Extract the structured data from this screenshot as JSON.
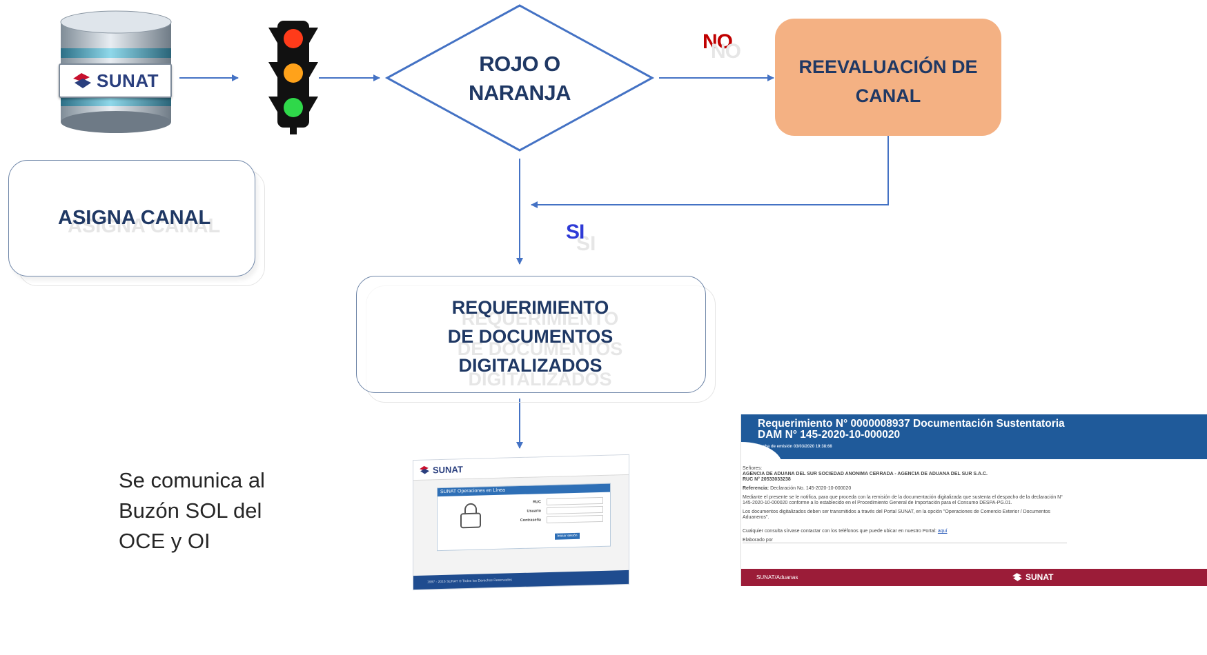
{
  "diagram": {
    "decision_line1": "ROJO O",
    "decision_line2": "NARANJA",
    "no_label": "NO",
    "si_label": "SI",
    "reeval_line1": "REEVALUACIÓN DE",
    "reeval_line2": "CANAL",
    "asigna_label": "ASIGNA CANAL",
    "req_line1": "REQUERIMIENTO",
    "req_line2": "DE DOCUMENTOS",
    "req_line3": "DIGITALIZADOS",
    "comunica_line1": "Se comunica al",
    "comunica_line2": "Buzón SOL del",
    "comunica_line3": "OCE y OI",
    "logo_text": "SUNAT"
  },
  "portal_screenshot": {
    "logo": "SUNAT",
    "panel_title": "SUNAT Operaciones en Línea",
    "field_ruc": "RUC",
    "field_usuario": "Usuario",
    "field_contrasena": "Contraseña",
    "button": "Iniciar sesión",
    "footer": "1997 - 2016 SUNAT ® Todos los Derechos Reservados"
  },
  "notification": {
    "title_line1": "Requerimiento N° 0000008937 Documentación Sustentatoria",
    "title_line2": "DAM N° 145-2020-10-000020",
    "fecha": "Fecha de emisión 03/03/2020 19:38:68",
    "senores": "Señores:",
    "agencia": "AGENCIA DE ADUANA DEL SUR SOCIEDAD ANONIMA CERRADA - AGENCIA DE ADUANA DEL SUR S.A.C.",
    "ruc": "RUC N° 20533033238",
    "referencia_label": "Referencia:",
    "referencia_value": "Declaración No. 145-2020-10-000020",
    "p1": "Mediante el presente se le notifica, para que proceda con la remisión de la documentación digitalizada que sustenta el despacho de la declaración N° 145-2020-10-000020 conforme a lo establecido en el Procedimiento General de Importación para el Consumo DESPA-PG.01.",
    "p2": "Los documentos digitalizados deben ser transmitidos a través del Portal SUNAT, en la opción \"Operaciones de Comercio Exterior / Documentos Aduaneros\".",
    "p3": "Cualquier consulta sírvase contactar con los teléfonos que puede ubicar en nuestro Portal:",
    "p3_link": "aquí",
    "elaborado": "Elaborado por",
    "footer_left": "SUNAT/Aduanas",
    "footer_logo": "SUNAT"
  },
  "colors": {
    "line": "#4472c4",
    "text_blue": "#1f3864",
    "no_red": "#c00000",
    "si_blue": "#2e3ad6",
    "reeval_fill": "#f4b183"
  }
}
